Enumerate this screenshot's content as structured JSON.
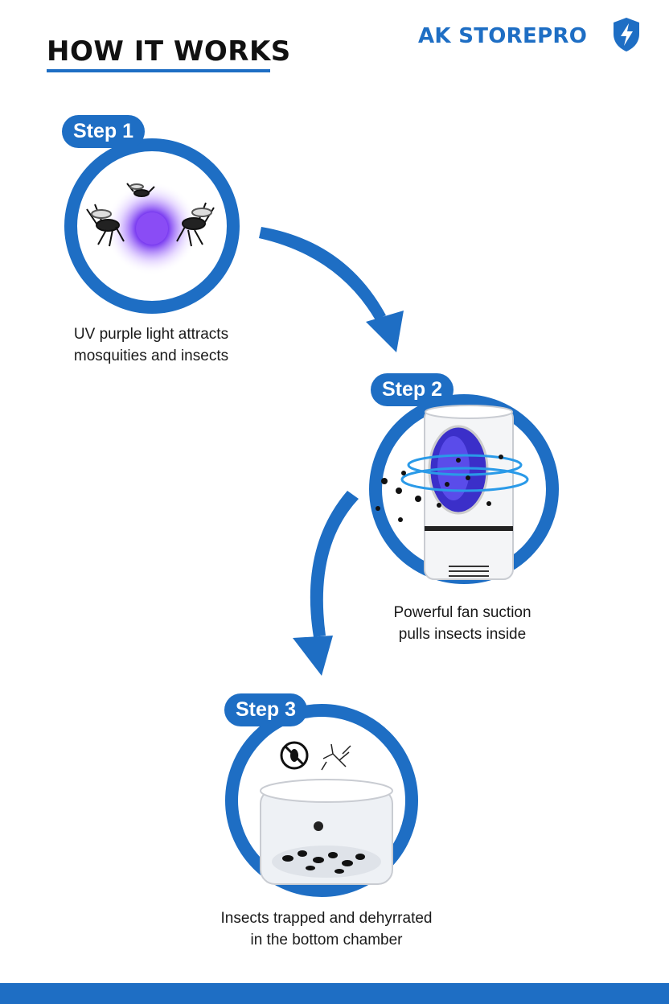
{
  "header": {
    "title": "HOW IT WORKS",
    "brand": "AK STOREPRO"
  },
  "colors": {
    "accent": "#1e6ec4",
    "uv": "#7a3cf0"
  },
  "steps": [
    {
      "label": "Step 1",
      "caption_line1": "UV purple light attracts",
      "caption_line2": "mosquities and insects",
      "icon": "uv-light-mosquitoes-icon"
    },
    {
      "label": "Step 2",
      "caption_line1": "Powerful fan suction",
      "caption_line2": "pulls insects inside",
      "icon": "fan-suction-device-icon"
    },
    {
      "label": "Step 3",
      "caption_line1": "Insects trapped and dehyrrated",
      "caption_line2": "in the bottom chamber",
      "icon": "trap-chamber-icon"
    }
  ]
}
